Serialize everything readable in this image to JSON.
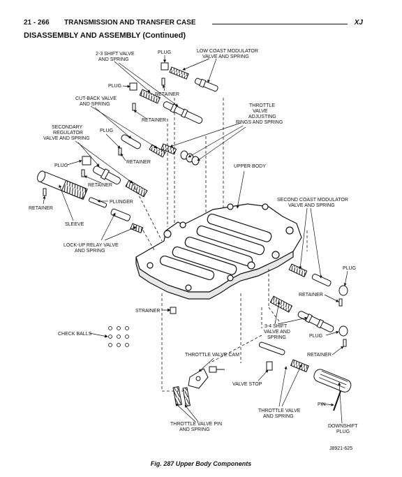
{
  "header": {
    "page_number": "21 - 266",
    "section_title": "TRANSMISSION AND TRANSFER CASE",
    "vehicle": "XJ",
    "subtitle": "DISASSEMBLY AND ASSEMBLY (Continued)"
  },
  "labels": {
    "shift_23": [
      "2-3 SHIFT VALVE",
      "AND SPRING"
    ],
    "plug_top": "PLUG",
    "low_coast": [
      "LOW COAST MODULATOR",
      "VALVE AND SPRING"
    ],
    "plug_2": "PLUG",
    "retainer_top": "RETAINER",
    "cutback": [
      "CUT-BACK VALVE",
      "AND SPRING"
    ],
    "retainer_2": "RETAINER",
    "throttle_adj": [
      "THROTTLE",
      "VALVE",
      "ADJUSTING",
      "RINGS AND SPRING"
    ],
    "secondary_reg": [
      "SECONDARY",
      "REGULATOR",
      "VALVE AND SPRING"
    ],
    "plug_3": "PLUG",
    "retainer_3": "RETAINER",
    "upper_body": "UPPER BODY",
    "plug_4": "PLUG",
    "retainer_4": "RETAINER",
    "retainer_5": "RETAINER",
    "plunger": "PLUNGER",
    "sleeve": "SLEEVE",
    "second_coast": [
      "SECOND COAST MODULATOR",
      "VALVE AND SPRING"
    ],
    "lockup": [
      "LOCK-UP RELAY VALVE",
      "AND SPRING"
    ],
    "plug_right": "PLUG",
    "retainer_right": "RETAINER",
    "strainer": "STRAINER",
    "check_balls": "CHECK BALLS",
    "shift_34": [
      "3-4 SHIFT",
      "VALVE AND",
      "SPRING"
    ],
    "plug_right2": "PLUG",
    "throttle_cam": "THROTTLE VALVE CAM",
    "retainer_right2": "RETAINER",
    "valve_stop": "VALVE STOP",
    "pin": "PIN",
    "throttle_pin": [
      "THROTTLE VALVE PIN",
      "AND SPRING"
    ],
    "throttle_spring": [
      "THROTTLE VALVE",
      "AND SPRING"
    ],
    "downshift": [
      "DOWNSHIFT",
      "PLUG"
    ]
  },
  "figure": {
    "part_number": "J8921-625",
    "caption": "Fig. 287 Upper Body Components"
  }
}
